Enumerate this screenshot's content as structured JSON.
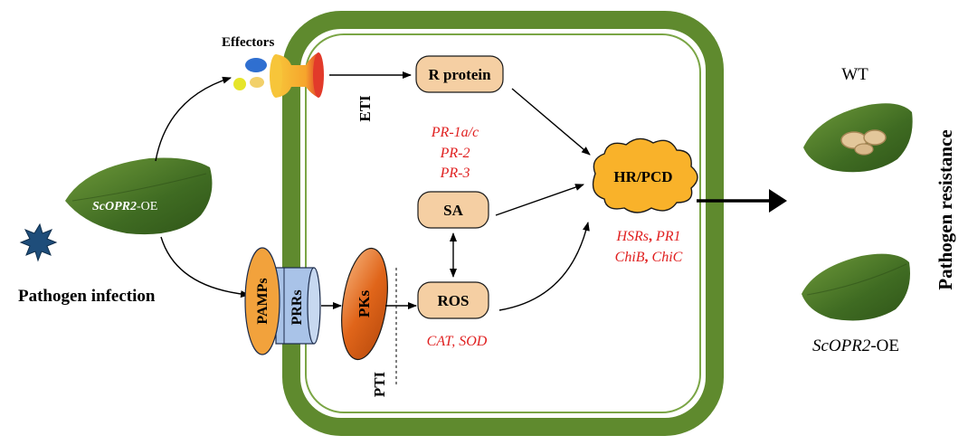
{
  "labels": {
    "effectors": "Effectors",
    "pathogen_infection": "Pathogen infection",
    "leaf_left_prefix": "ScOPR2",
    "leaf_left_suffix": "-OE",
    "pamps": "PAMPs",
    "prrs": "PRRs",
    "pks": "PKs",
    "eti": "ETI",
    "pti": "PTI",
    "r_protein": "R protein",
    "sa": "SA",
    "ros": "ROS",
    "hr_pcd": "HR/PCD",
    "wt": "WT",
    "leaf_right_prefix": "ScOPR2",
    "leaf_right_suffix": "-OE",
    "pathogen_resistance": "Pathogen resistance"
  },
  "genes": {
    "pr1": "PR-1a/c",
    "pr2": "PR-2",
    "pr3": "PR-3",
    "cat_sod": "CAT, SOD",
    "hsrs": "HSRs",
    "pr1b": "PR1",
    "chib": "ChiB",
    "chic": "ChiC",
    "sep": ","
  },
  "colors": {
    "cell_wall": "#5f8a2e",
    "node_fill": "#f5cfa3",
    "hr_fill": "#f9b22a",
    "gene_text": "#e02020",
    "pamps_fill": "#f2a23c",
    "prrs_fill": "#a9c3e8",
    "pks_fill": "#e06a1a"
  }
}
